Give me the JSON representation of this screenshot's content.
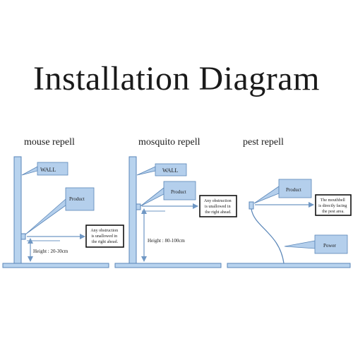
{
  "title": "Installation Diagram",
  "panels": [
    {
      "heading": "mouse repell",
      "wall_label": "WALL",
      "product_label": "Product",
      "notice": [
        "Any obstruction",
        "is unallowed in",
        "the right ahead."
      ],
      "height_label": "Height : 20-30cm"
    },
    {
      "heading": "mosquito repell",
      "wall_label": "WALL",
      "product_label": "Product",
      "notice": [
        "Any obstruction",
        "is unallowed in",
        "the right ahead."
      ],
      "height_label": "Height : 80-100cm"
    },
    {
      "heading": "pest repell",
      "product_label": "Product",
      "notice": [
        "The mouthbell",
        "is directly facing",
        "the pest area."
      ],
      "power_label": "Power"
    }
  ],
  "colors": {
    "structure_fill": "#b8d3ee",
    "structure_stroke": "#5a86b8",
    "callout_fill": "#b4cfec",
    "arrow": "#6f97c4",
    "notice_border": "#111111"
  }
}
